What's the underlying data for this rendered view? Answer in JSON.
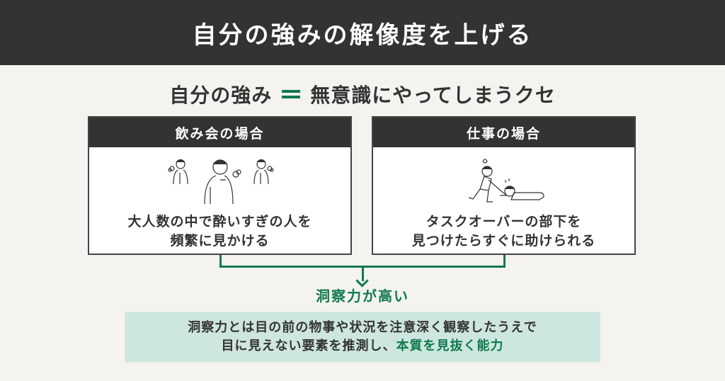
{
  "title": "自分の強みの解像度を上げる",
  "headline": {
    "left": "自分の強み",
    "operator": "=",
    "right": "無意識にやってしまうクセ"
  },
  "cases": [
    {
      "header": "飲み会の場合",
      "illustration": "three-people-sighing-icon",
      "text_line1": "大人数の中で酔いすぎの人を",
      "text_line2": "頻繁に見かける"
    },
    {
      "header": "仕事の場合",
      "illustration": "helping-fallen-colleague-icon",
      "text_line1": "タスクオーバーの部下を",
      "text_line2": "見つけたらすぐに助けられる"
    }
  ],
  "result": {
    "label": "洞察力が高い",
    "arrow": "down-arrow-icon"
  },
  "definition": {
    "line1": "洞察力とは目の前の物事や状況を注意深く観察したうえで",
    "line2_plain": "目に見えない要素を推測し、",
    "line2_accent": "本質を見抜く能力"
  },
  "colors": {
    "title_bg": "#333333",
    "page_bg": "#f4f3ef",
    "accent_green": "#0f7a4c",
    "definition_bg": "#cde6df",
    "text": "#333333"
  }
}
